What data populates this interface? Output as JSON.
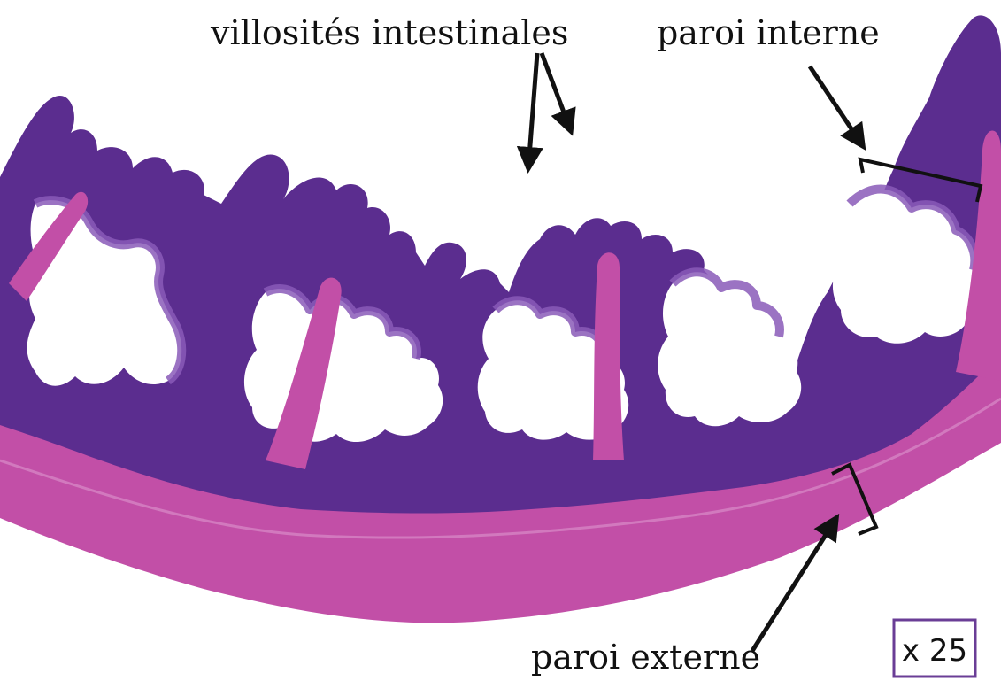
{
  "labels": {
    "villi": "villosités intestinales",
    "inner_wall": "paroi interne",
    "outer_wall": "paroi externe"
  },
  "magnification": "x 25",
  "colors": {
    "mucosa_dark": "#5b2d8f",
    "mucosa_light": "#8a5bb8",
    "muscle_wall": "#c24fa7",
    "muscle_light": "#d27bbe",
    "lumen": "#ffffff",
    "arrow": "#111111",
    "frame": "#6a3d96"
  }
}
